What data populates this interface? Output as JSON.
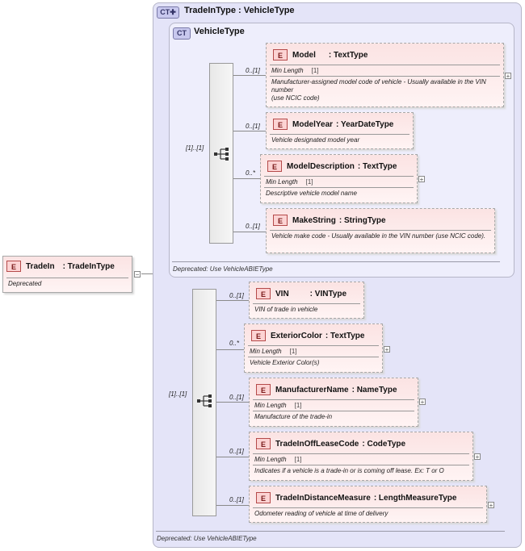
{
  "root": {
    "badge": "E",
    "name": "TradeIn",
    "type": ": TradeInType",
    "note": "Deprecated"
  },
  "outer_type": {
    "badge": "CT",
    "title": "TradeInType : VehicleType",
    "deprecated": "Deprecated: Use VehicleABIEType",
    "sequence_cardinality": "[1]..[1]"
  },
  "inner_type": {
    "badge": "CT",
    "title": "VehicleType",
    "deprecated": "Deprecated: Use VehicleABIEType",
    "sequence_cardinality": "[1]..[1]"
  },
  "inner_elements": [
    {
      "badge": "E",
      "name": "Model",
      "type": ": TextType",
      "cardinality": "0..[1]",
      "facet": "Min Length",
      "facet_value": "[1]",
      "description": "Manufacturer-assigned model code of vehicle - Usually available in the VIN number\n(use NCIC code)",
      "expand": "+"
    },
    {
      "badge": "E",
      "name": "ModelYear",
      "type": ": YearDateType",
      "cardinality": "0..[1]",
      "description": "Vehicle designated model year"
    },
    {
      "badge": "E",
      "name": "ModelDescription",
      "type": ": TextType",
      "cardinality": "0..*",
      "facet": "Min Length",
      "facet_value": "[1]",
      "description": "Descriptive vehicle model name",
      "expand": "+"
    },
    {
      "badge": "E",
      "name": "MakeString",
      "type": ": StringType",
      "cardinality": "0..[1]",
      "description": "Vehicle make code - Usually available in the VIN number (use NCIC code)."
    }
  ],
  "outer_elements": [
    {
      "badge": "E",
      "name": "VIN",
      "type": ": VINType",
      "cardinality": "0..[1]",
      "description": "VIN of trade in vehicle"
    },
    {
      "badge": "E",
      "name": "ExteriorColor",
      "type": ": TextType",
      "cardinality": "0..*",
      "facet": "Min Length",
      "facet_value": "[1]",
      "description": "Vehicle Exterior Color(s)",
      "expand": "+"
    },
    {
      "badge": "E",
      "name": "ManufacturerName",
      "type": ": NameType",
      "cardinality": "0..[1]",
      "facet": "Min Length",
      "facet_value": "[1]",
      "description": "Manufacture of the trade-in",
      "expand": "+"
    },
    {
      "badge": "E",
      "name": "TradeInOffLeaseCode",
      "type": ": CodeType",
      "cardinality": "0..[1]",
      "facet": "Min Length",
      "facet_value": "[1]",
      "description": "Indicates if a vehicle is a trade-in or is coming off lease. Ex: T or O",
      "expand": "+"
    },
    {
      "badge": "E",
      "name": "TradeInDistanceMeasure",
      "type": ": LengthMeasureType",
      "cardinality": "0..[1]",
      "description": "Odometer reading of vehicle at time of delivery",
      "expand": "+"
    }
  ],
  "root_expand": "−"
}
